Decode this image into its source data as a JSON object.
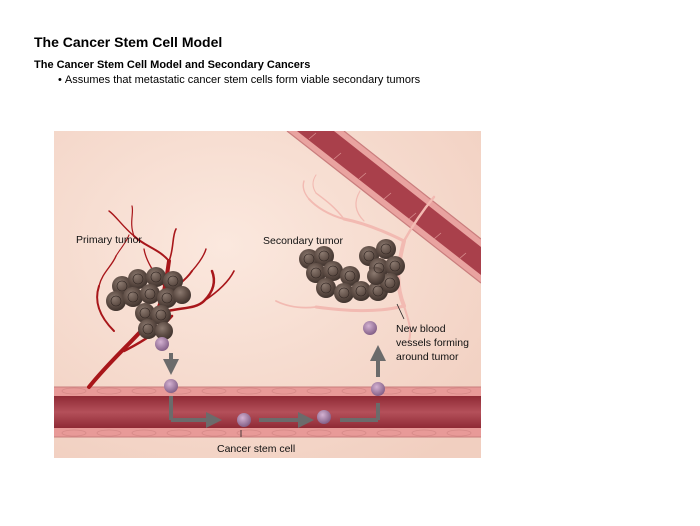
{
  "header": {
    "title": "The Cancer Stem Cell Model",
    "subtitle": "The Cancer Stem Cell Model and Secondary Cancers",
    "bullet": "Assumes that metastatic cancer stem cells form viable secondary tumors"
  },
  "diagram": {
    "labels": {
      "primary_tumor": "Primary tumor",
      "secondary_tumor": "Secondary tumor",
      "new_vessels_line1": "New blood",
      "new_vessels_line2": "vessels forming",
      "new_vessels_line3": "around tumor",
      "cancer_stem_cell": "Cancer stem cell"
    },
    "colors": {
      "background": "#f7ddd0",
      "vessel_wall": "#e89090",
      "vessel_lumen": "#a63a45",
      "tumor_cell": "#5a4a42",
      "stem_cell": "#a07aa0",
      "arrow": "#6b6b6b",
      "new_vessel": "#f0b8b0",
      "capillary": "#b01a1a"
    }
  }
}
